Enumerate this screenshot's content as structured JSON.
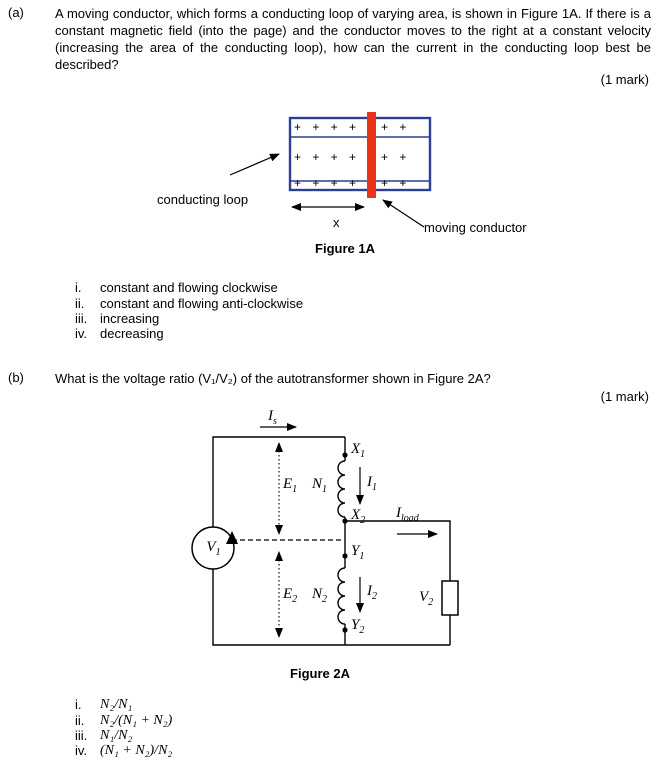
{
  "colors": {
    "loop_blue": "#2c3f94",
    "conductor_red": "#e83517"
  },
  "q_a": {
    "label": "(a)",
    "text": "A moving conductor, which forms a conducting loop of varying area, is shown in Figure 1A. If there is a constant magnetic field (into the page) and the conductor moves to the right at a constant velocity (increasing the area of the conducting loop), how can the current in the conducting loop best be described?",
    "marks": "(1 mark)",
    "options": [
      {
        "num": "i.",
        "text": "constant and flowing clockwise"
      },
      {
        "num": "ii.",
        "text": "constant and flowing anti-clockwise"
      },
      {
        "num": "iii.",
        "text": "increasing"
      },
      {
        "num": "iv.",
        "text": "decreasing"
      }
    ],
    "figure": {
      "caption": "Figure 1A",
      "field_row_left": "+ + + +",
      "field_row_right": "+ +",
      "conducting_loop_label": "conducting loop",
      "x_label": "x",
      "moving_conductor_label": "moving conductor"
    }
  },
  "q_b": {
    "label": "(b)",
    "text": "What is the voltage ratio (V₁/V₂) of the autotransformer shown in Figure 2A?",
    "marks": "(1 mark)",
    "options": [
      {
        "num": "i.",
        "text": "N₂/N₁"
      },
      {
        "num": "ii.",
        "text": "N₂/(N₁ + N₂)"
      },
      {
        "num": "iii.",
        "text": "N₁/N₂"
      },
      {
        "num": "iv.",
        "text": "(N₁ + N₂)/N₂"
      }
    ],
    "figure": {
      "caption": "Figure 2A",
      "labels": {
        "is": {
          "main": "I",
          "sub": "s"
        },
        "x1": {
          "main": "X",
          "sub": "1"
        },
        "e1": {
          "main": "E",
          "sub": "1"
        },
        "n1": {
          "main": "N",
          "sub": "1"
        },
        "i1": {
          "main": "I",
          "sub": "1"
        },
        "x2": {
          "main": "X",
          "sub": "2"
        },
        "iload": {
          "main": "I",
          "sub": "load"
        },
        "y1": {
          "main": "Y",
          "sub": "1"
        },
        "v1": {
          "main": "V",
          "sub": "1"
        },
        "e2": {
          "main": "E",
          "sub": "2"
        },
        "n2": {
          "main": "N",
          "sub": "2"
        },
        "i2": {
          "main": "I",
          "sub": "2"
        },
        "y2": {
          "main": "Y",
          "sub": "2"
        },
        "v2": {
          "main": "V",
          "sub": "2"
        }
      }
    }
  }
}
